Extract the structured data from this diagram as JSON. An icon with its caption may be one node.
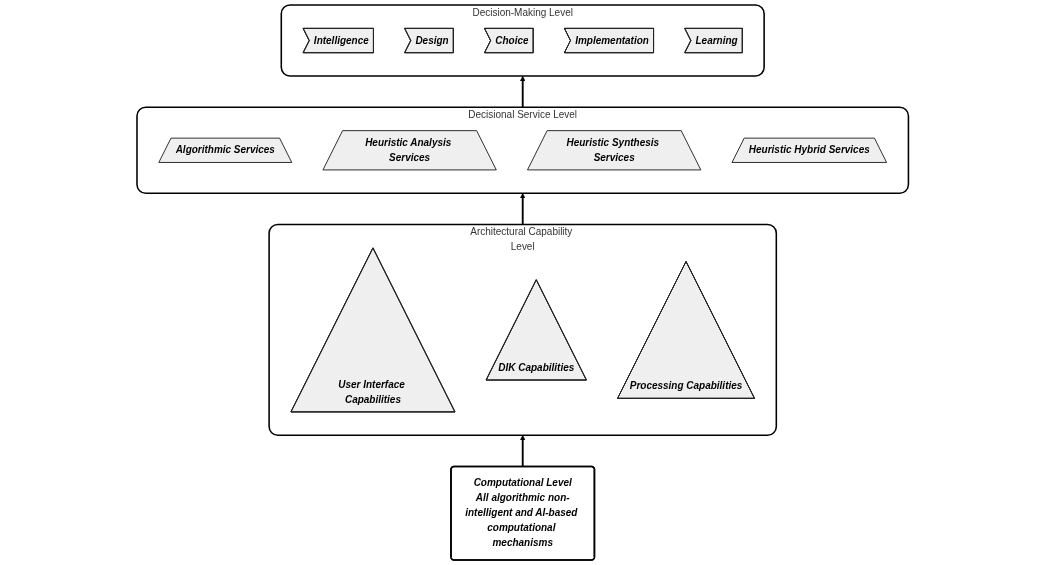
{
  "diagram": {
    "nodes": [
      {
        "text": [
          "Decision-Making Level"
        ]
      },
      {
        "text": [
          "Intelligence"
        ],
        "in": 0
      },
      {
        "text": [
          "Design"
        ],
        "in": 0
      },
      {
        "text": [
          "Choice"
        ],
        "in": 0
      },
      {
        "text": [
          "Implementation"
        ],
        "in": 0
      },
      {
        "text": [
          "Learning"
        ],
        "in": 0
      },
      {
        "text": [
          "Decisional Service Level"
        ]
      },
      {
        "text": [
          "Algorithmic Services"
        ],
        "in": 6
      },
      {
        "text": [
          "Heuristic Analysis Services"
        ],
        "in": 6
      },
      {
        "text": [
          "Heuristic Synthesis Services"
        ],
        "in": 6
      },
      {
        "text": [
          "Heuristic Hybrid Services"
        ],
        "in": 6
      },
      {
        "text": [
          "Architectural Capability Level"
        ]
      },
      {
        "text": [
          "User Interface Capabilities"
        ],
        "in": 11
      },
      {
        "text": [
          "DIK Capabilities"
        ],
        "in": 11
      },
      {
        "text": [
          "Processing Capabilities"
        ],
        "in": 11
      },
      {
        "text": [
          "Computational Level",
          "All algorithmic non-intelligent and AI-based computational mechanisms"
        ]
      }
    ],
    "edges": [
      {
        "from": 15,
        "to": 11,
        "arrow": "to"
      },
      {
        "from": 11,
        "to": 6,
        "arrow": "to"
      },
      {
        "from": 6,
        "to": 0,
        "arrow": "to"
      }
    ]
  }
}
